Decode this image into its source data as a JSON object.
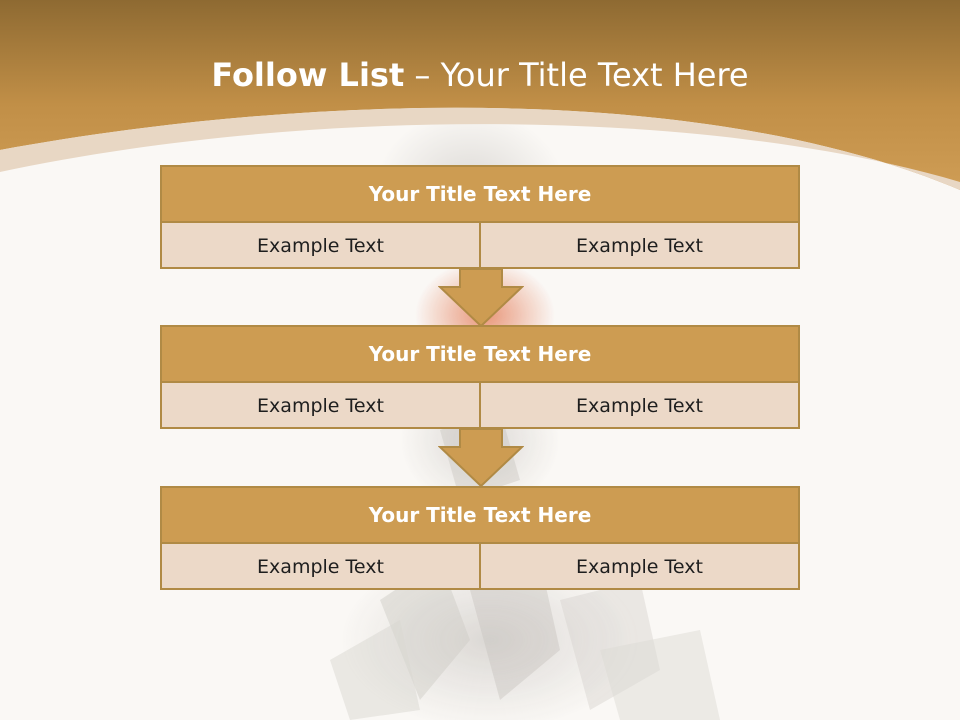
{
  "title": {
    "bold": "Follow List",
    "rest": " – Your Title Text Here"
  },
  "blocks": [
    {
      "title": "Your Title Text Here",
      "left": "Example Text",
      "right": "Example Text"
    },
    {
      "title": "Your Title Text Here",
      "left": "Example Text",
      "right": "Example Text"
    },
    {
      "title": "Your Title Text Here",
      "left": "Example Text",
      "right": "Example Text"
    }
  ],
  "colors": {
    "header_band": "#c9954a",
    "block_title_fill": "#cd9c52",
    "block_body_fill": "#ecd9c8",
    "block_border": "#b08a45",
    "background": "#faf8f5"
  }
}
